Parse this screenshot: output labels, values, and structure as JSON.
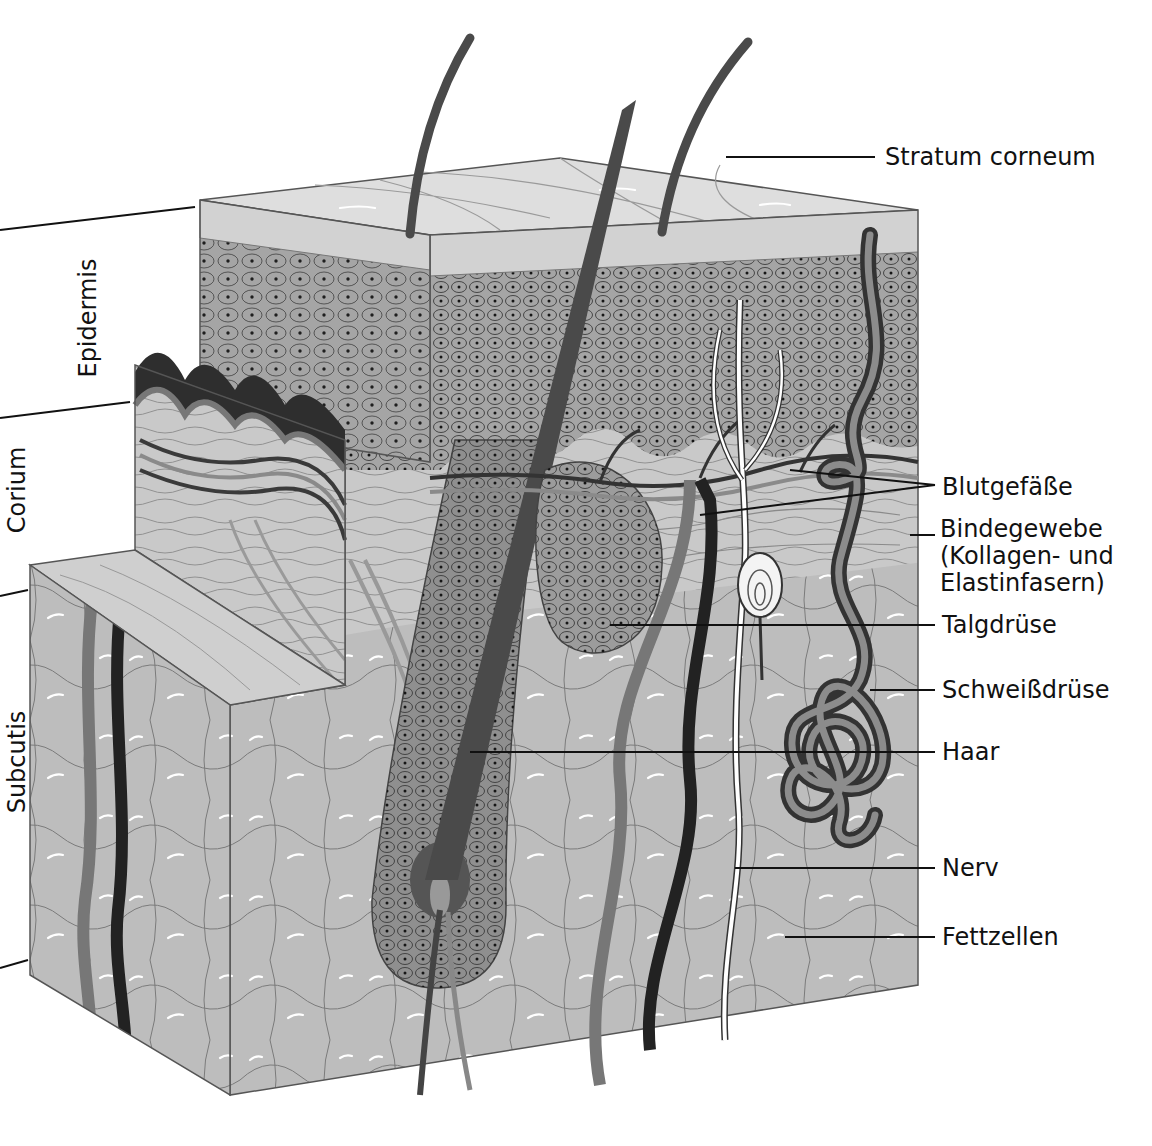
{
  "diagram": {
    "labels": [
      "Stratum corneum",
      "Epidermis",
      "Corium",
      "Subcutis",
      "Blutgefäße",
      "Bindegewebe (Kollagen- und Elastinfasern)",
      "Talgdrüse",
      "Schweißdrüse",
      "Haar",
      "Nerv",
      "Fettzellen"
    ]
  }
}
